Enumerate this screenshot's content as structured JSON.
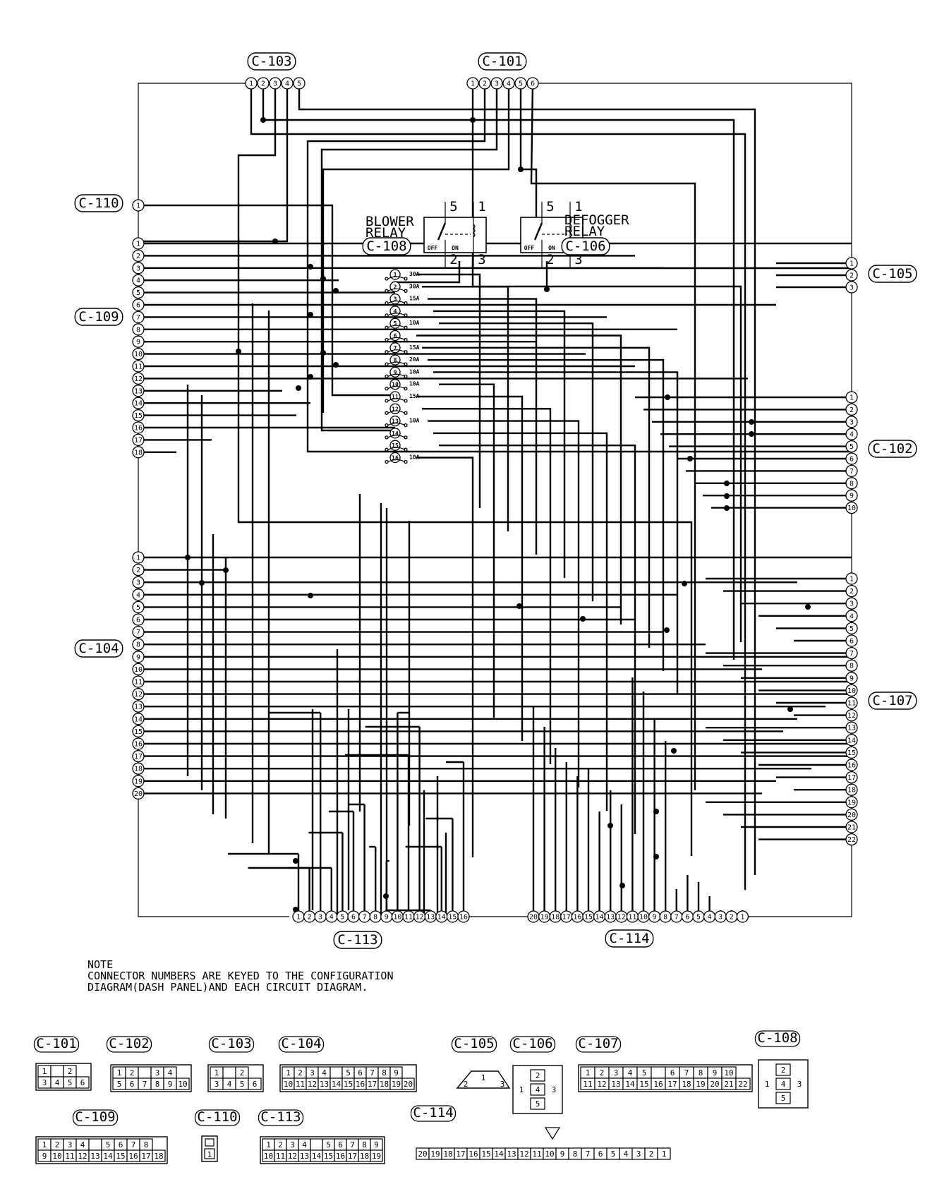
{
  "connectors": {
    "c101": {
      "label": "C-101",
      "pins": [
        "1",
        "2",
        "3",
        "4",
        "5",
        "6"
      ]
    },
    "c102": {
      "label": "C-102",
      "pins": [
        "1",
        "2",
        "3",
        "4",
        "5",
        "6",
        "7",
        "8",
        "9",
        "10"
      ]
    },
    "c103": {
      "label": "C-103",
      "pins": [
        "1",
        "2",
        "3",
        "4",
        "5"
      ]
    },
    "c104": {
      "label": "C-104",
      "pins": [
        "1",
        "2",
        "3",
        "4",
        "5",
        "6",
        "7",
        "8",
        "9",
        "10",
        "11",
        "12",
        "13",
        "14",
        "15",
        "16",
        "17",
        "18",
        "19",
        "20"
      ]
    },
    "c105": {
      "label": "C-105",
      "pins": [
        "1",
        "2",
        "3"
      ]
    },
    "c106": {
      "label": "C-106"
    },
    "c107": {
      "label": "C-107",
      "pins": [
        "1",
        "2",
        "3",
        "4",
        "5",
        "6",
        "7",
        "8",
        "9",
        "10",
        "11",
        "12",
        "13",
        "14",
        "15",
        "16",
        "17",
        "18",
        "19",
        "20",
        "21",
        "22"
      ]
    },
    "c108": {
      "label": "C-108"
    },
    "c109": {
      "label": "C-109",
      "pins": [
        "1",
        "2",
        "3",
        "4",
        "5",
        "6",
        "7",
        "8",
        "9",
        "10",
        "11",
        "12",
        "13",
        "14",
        "15",
        "16",
        "17",
        "18"
      ]
    },
    "c110": {
      "label": "C-110",
      "pins": [
        "1"
      ]
    },
    "c113": {
      "label": "C-113",
      "pins": [
        "1",
        "2",
        "3",
        "4",
        "5",
        "6",
        "7",
        "8",
        "9",
        "10",
        "11",
        "12",
        "13",
        "14",
        "15",
        "16"
      ]
    },
    "c114": {
      "label": "C-114",
      "pins": [
        "20",
        "19",
        "18",
        "17",
        "16",
        "15",
        "14",
        "13",
        "12",
        "11",
        "10",
        "9",
        "8",
        "7",
        "6",
        "5",
        "4",
        "3",
        "2",
        "1"
      ]
    }
  },
  "relays": {
    "blower": {
      "name_line1": "BLOWER",
      "name_line2": "RELAY",
      "connector": "C-108",
      "terminals": [
        "5",
        "1",
        "2",
        "3"
      ],
      "off": "OFF",
      "on": "ON"
    },
    "defogger": {
      "name_line1": "DEFOGGER",
      "name_line2": "RELAY",
      "connector": "C-106",
      "terminals": [
        "5",
        "1",
        "2",
        "3"
      ],
      "off": "OFF",
      "on": "ON"
    }
  },
  "fuses": {
    "numbers": [
      "1",
      "2",
      "3",
      "4",
      "5",
      "6",
      "7",
      "8",
      "9",
      "10",
      "11",
      "12",
      "13",
      "14",
      "15",
      "16"
    ],
    "ratings": [
      "30A",
      "30A",
      "15A",
      "",
      "10A",
      "",
      "15A",
      "20A",
      "10A",
      "10A",
      "15A",
      "",
      "10A",
      "",
      "",
      "10A"
    ]
  },
  "note": {
    "title": "NOTE",
    "line1": "CONNECTOR NUMBERS ARE KEYED TO THE CONFIGURATION",
    "line2": "DIAGRAM(DASH PANEL)AND EACH CIRCUIT DIAGRAM."
  },
  "faces": {
    "c101": {
      "label": "C-101",
      "rows": [
        [
          "1",
          "",
          "2"
        ],
        [
          "3",
          "4",
          "5",
          "6"
        ]
      ]
    },
    "c102": {
      "label": "C-102",
      "rows": [
        [
          "1",
          "2",
          "",
          "3",
          "4"
        ],
        [
          "5",
          "6",
          "7",
          "8",
          "9",
          "10"
        ]
      ]
    },
    "c103": {
      "label": "C-103",
      "rows": [
        [
          "1",
          "",
          "2"
        ],
        [
          "3",
          "4",
          "5",
          "6"
        ]
      ]
    },
    "c104": {
      "label": "C-104",
      "rows": [
        [
          "1",
          "2",
          "3",
          "4",
          "",
          "5",
          "6",
          "7",
          "8",
          "9"
        ],
        [
          "10",
          "11",
          "12",
          "13",
          "14",
          "15",
          "16",
          "17",
          "18",
          "19",
          "20"
        ]
      ]
    },
    "c105": {
      "label": "C-105",
      "cells": [
        "1",
        "2",
        "3"
      ]
    },
    "c106": {
      "label": "C-106",
      "cells": [
        "2",
        "1",
        "4",
        "3",
        "5"
      ]
    },
    "c107": {
      "label": "C-107",
      "rows": [
        [
          "1",
          "2",
          "3",
          "4",
          "5",
          "",
          "6",
          "7",
          "8",
          "9",
          "10"
        ],
        [
          "11",
          "12",
          "13",
          "14",
          "15",
          "16",
          "17",
          "18",
          "19",
          "20",
          "21",
          "22"
        ]
      ]
    },
    "c108": {
      "label": "C-108",
      "cells": [
        "2",
        "1",
        "4",
        "3",
        "5"
      ]
    },
    "c109": {
      "label": "C-109",
      "rows": [
        [
          "1",
          "2",
          "3",
          "4",
          "",
          "5",
          "6",
          "7",
          "8"
        ],
        [
          "9",
          "10",
          "11",
          "12",
          "13",
          "14",
          "15",
          "16",
          "17",
          "18"
        ]
      ]
    },
    "c110": {
      "label": "C-110",
      "cells": [
        "1"
      ]
    },
    "c113": {
      "label": "C-113",
      "rows": [
        [
          "1",
          "2",
          "3",
          "4",
          "",
          "5",
          "6",
          "7",
          "8",
          "9"
        ],
        [
          "10",
          "11",
          "12",
          "13",
          "14",
          "15",
          "16",
          "17",
          "18",
          "19"
        ]
      ]
    },
    "c114": {
      "label": "C-114",
      "cells": [
        "20",
        "19",
        "18",
        "17",
        "16",
        "15",
        "14",
        "13",
        "12",
        "11",
        "10",
        "9",
        "8",
        "7",
        "6",
        "5",
        "4",
        "3",
        "2",
        "1"
      ]
    }
  }
}
